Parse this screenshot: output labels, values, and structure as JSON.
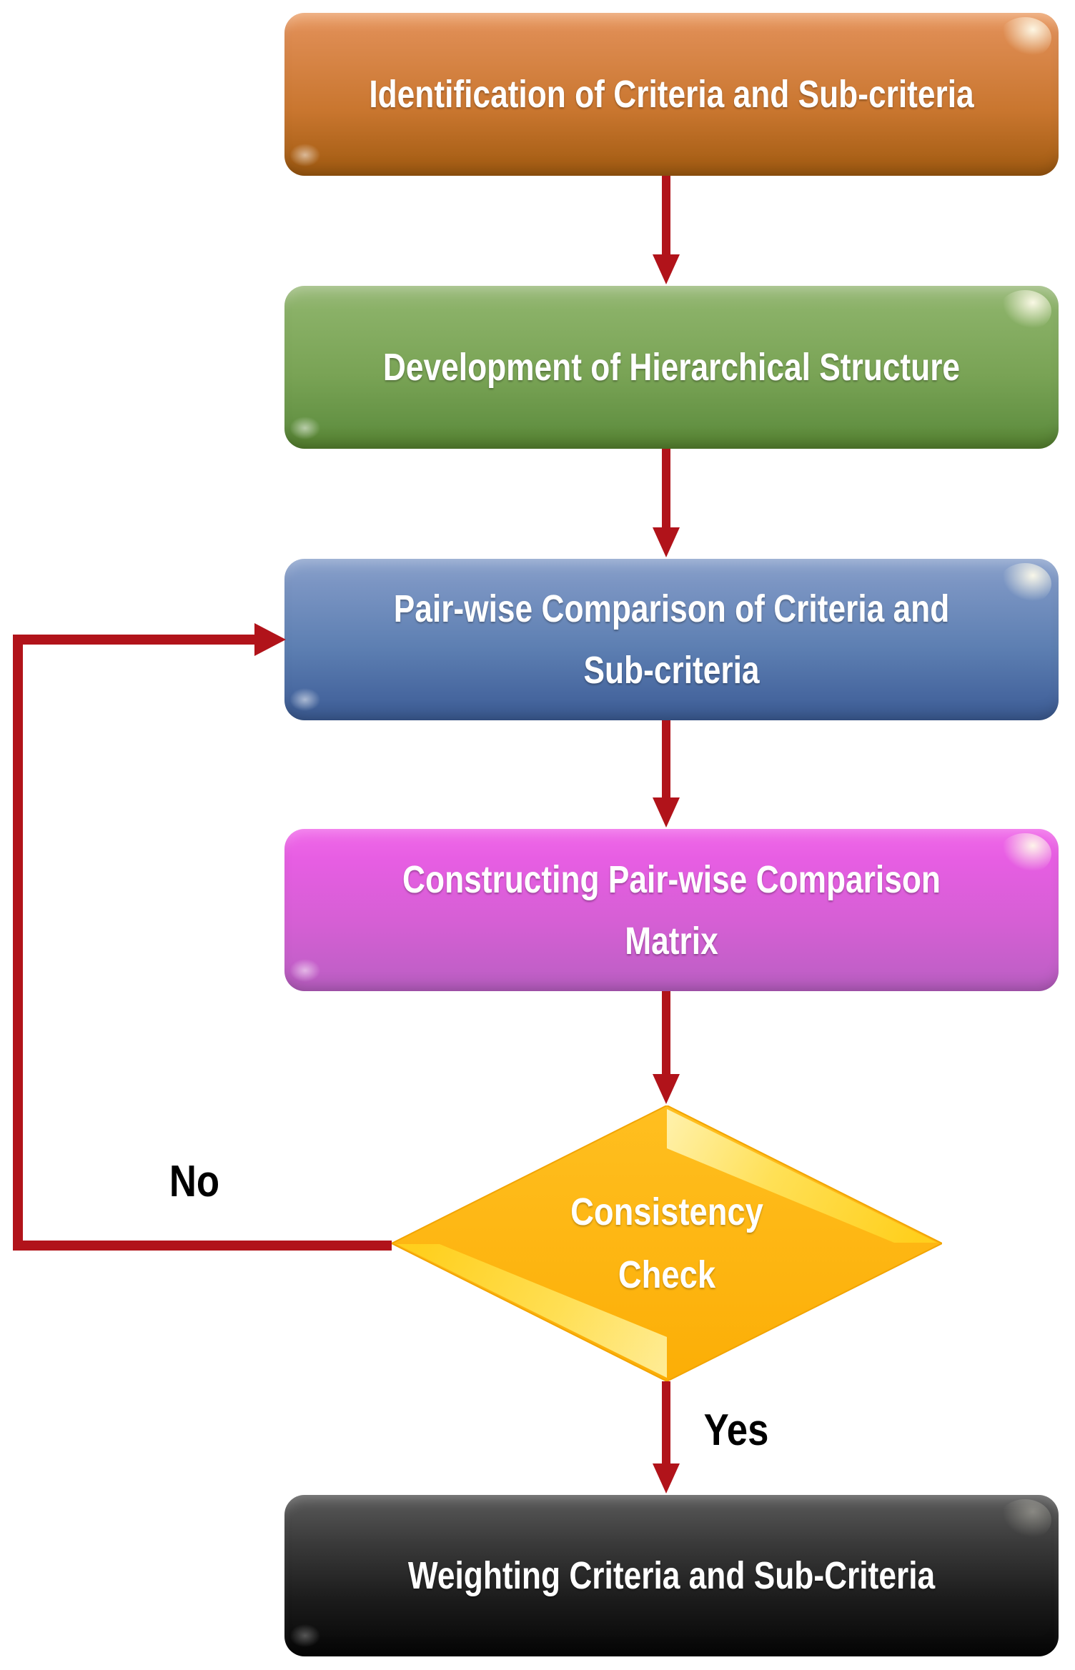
{
  "flowchart": {
    "nodes": [
      {
        "id": "identify-criteria",
        "shape": "rounded-rectangle",
        "fill": "#c9762f",
        "text_color": "#ffffff",
        "lines": [
          "Identification of Criteria and Sub-criteria"
        ]
      },
      {
        "id": "hierarchical-structure",
        "shape": "rounded-rectangle",
        "fill": "#79a355",
        "text_color": "#ffffff",
        "lines": [
          "Development of Hierarchical Structure"
        ]
      },
      {
        "id": "pairwise-comparison",
        "shape": "rounded-rectangle",
        "fill": "#5d7fb2",
        "text_color": "#ffffff",
        "lines": [
          "Pair-wise Comparison of Criteria and",
          "Sub-criteria"
        ]
      },
      {
        "id": "comparison-matrix",
        "shape": "rounded-rectangle",
        "fill": "#d55fd4",
        "text_color": "#ffffff",
        "lines": [
          "Constructing Pair-wise Comparison",
          "Matrix"
        ]
      },
      {
        "id": "consistency-check",
        "shape": "diamond",
        "fill": "#ffb612",
        "text_color": "#ffffff",
        "lines": [
          "Consistency",
          "Check"
        ]
      },
      {
        "id": "weighting",
        "shape": "rounded-rectangle",
        "fill": "#1b1b1b",
        "text_color": "#ffffff",
        "lines": [
          "Weighting Criteria and Sub-Criteria"
        ]
      }
    ],
    "edges": [
      {
        "from": "identify-criteria",
        "to": "hierarchical-structure",
        "label": ""
      },
      {
        "from": "hierarchical-structure",
        "to": "pairwise-comparison",
        "label": ""
      },
      {
        "from": "pairwise-comparison",
        "to": "comparison-matrix",
        "label": ""
      },
      {
        "from": "comparison-matrix",
        "to": "consistency-check",
        "label": ""
      },
      {
        "from": "consistency-check",
        "to": "weighting",
        "label": "Yes"
      },
      {
        "from": "consistency-check",
        "to": "pairwise-comparison",
        "label": "No"
      }
    ],
    "colors": {
      "arrow": "#b1131a",
      "diamond_highlight": "#ffe45c",
      "background": "#ffffff",
      "label_text": "#000000"
    }
  }
}
